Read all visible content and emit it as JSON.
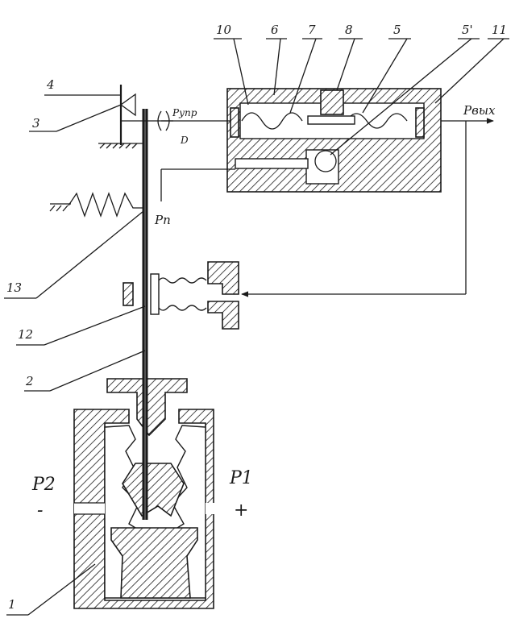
{
  "labels": {
    "n1": "1",
    "n2": "2",
    "n3": "3",
    "n4": "4",
    "n5": "5",
    "n5b": "5'",
    "n6": "6",
    "n7": "7",
    "n8": "8",
    "n10": "10",
    "n11": "11",
    "n12": "12",
    "n13": "13"
  },
  "pressures": {
    "p_upr": "Pупр",
    "p_vyh": "Pвых",
    "p_pit": "Pп",
    "p1": "P1",
    "p2": "P2",
    "plus": "+",
    "minus": "-",
    "d": "D"
  },
  "colors": {
    "ink": "#1a1a1a",
    "paper": "#ffffff"
  }
}
